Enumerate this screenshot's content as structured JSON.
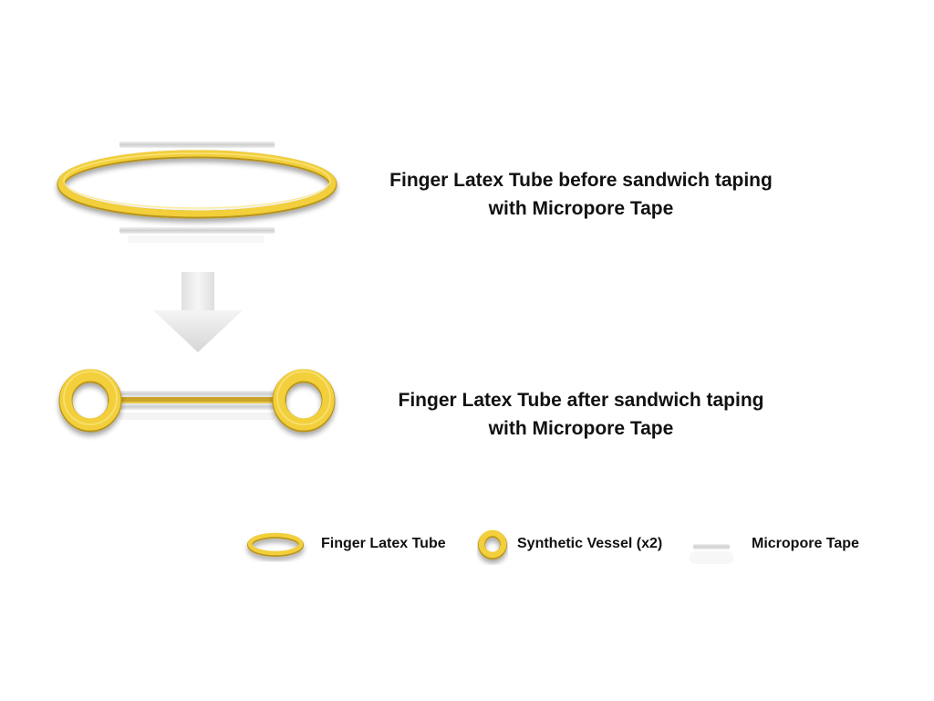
{
  "captions": {
    "before": {
      "line1": "Finger Latex Tube before sandwich taping",
      "line2": "with Micropore Tape"
    },
    "after": {
      "line1": "Finger Latex Tube after sandwich taping",
      "line2": "with Micropore Tape"
    }
  },
  "legend": {
    "latex_tube": "Finger Latex Tube",
    "synthetic_vessel": "Synthetic Vessel (x2)",
    "micropore_tape": "Micropore Tape"
  },
  "colors": {
    "latex_yellow": "#f2cf3a",
    "latex_dark": "#b8941a",
    "tape_gray": "#d4d4d4",
    "arrow_gray": "#e2e2e2"
  },
  "icons": {
    "arrow": "down-arrow-icon"
  }
}
